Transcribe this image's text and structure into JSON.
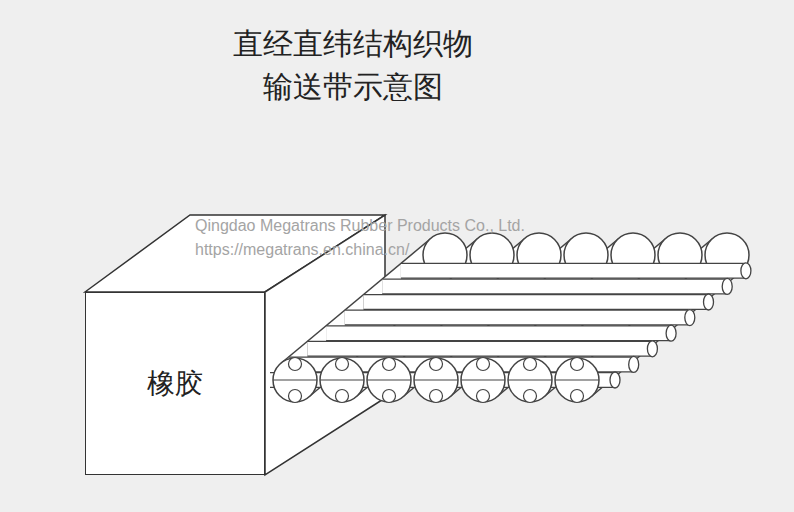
{
  "diagram": {
    "title": "直经直纬结构织物 输送带示意图",
    "nodes": [
      {
        "text": [
          "橡胶"
        ]
      }
    ],
    "labels": [
      "Qingdao Megatrans Rubber Products Co., Ltd.",
      "https://megatrans.en.china.cn/"
    ]
  }
}
